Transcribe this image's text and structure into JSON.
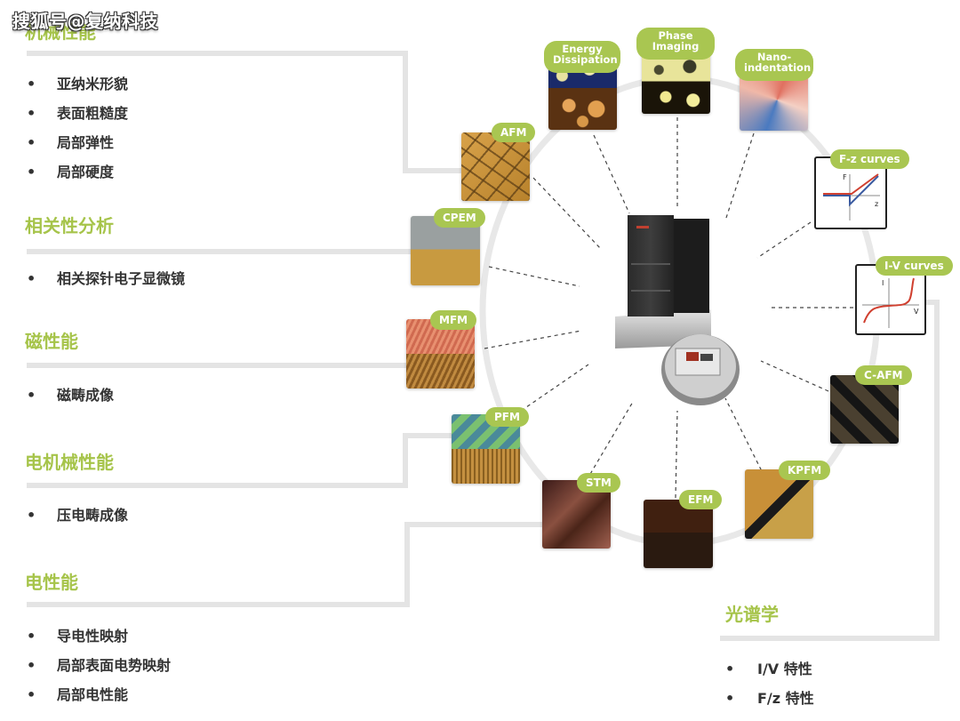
{
  "watermark": "搜狐号@复纳科技",
  "categories": [
    {
      "title": "机械性能",
      "items": [
        "亚纳米形貌",
        "表面粗糙度",
        "局部弹性",
        "局部硬度"
      ]
    },
    {
      "title": "相关性分析",
      "items": [
        "相关探针电子显微镜"
      ]
    },
    {
      "title": "磁性能",
      "items": [
        "磁畴成像"
      ]
    },
    {
      "title": "电机械性能",
      "items": [
        "压电畴成像"
      ]
    },
    {
      "title": "电性能",
      "items": [
        "导电性映射",
        "局部表面电势映射",
        "局部电性能"
      ]
    }
  ],
  "spectroscopy": {
    "title": "光谱学",
    "items": [
      "I/V 特性",
      "F/z 特性"
    ]
  },
  "bullet": "•",
  "modes": {
    "energy": "Energy Dissipation",
    "phase": "Phase Imaging",
    "nano": "Nano-indentation",
    "afm": "AFM",
    "cpem": "CPEM",
    "mfm": "MFM",
    "pfm": "PFM",
    "stm": "STM",
    "efm": "EFM",
    "kpfm": "KPFM",
    "cafm": "C-AFM",
    "fz": "F-z curves",
    "iv": "I-V curves"
  },
  "graph_labels": {
    "F": "F",
    "z": "z",
    "I": "I",
    "V": "V"
  },
  "colors": {
    "accent": "#a6c44a",
    "tag": "#a9c651",
    "lines": "#e4e4e4",
    "curve_red": "#d04030",
    "curve_blue": "#3a5aa0"
  }
}
